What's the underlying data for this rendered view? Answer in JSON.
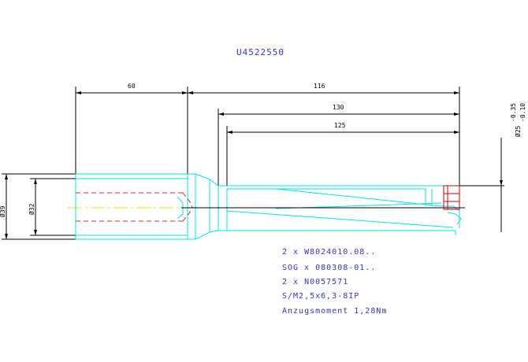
{
  "drawing": {
    "part_number": "U4522550",
    "colors": {
      "outline": "#00e5e5",
      "hidden": "#e02020",
      "centerline": "#e5e500",
      "dimension": "#000000",
      "text": "#3333cc",
      "highlight": "#cc0000"
    },
    "dimensions": {
      "shank_length": "60",
      "overall_length": "116",
      "body_length": "130",
      "flute_length": "125",
      "flange_diameter": "Ø39",
      "shank_diameter": "Ø32",
      "tool_diameter": "Ø25",
      "tolerance_upper": "-0.35",
      "tolerance_lower": "-0.10"
    },
    "notes": [
      "2 x W8024010.08..",
      "SOG x 080308-01..",
      "2 x N0057571",
      "S/M2,5x6,3-8IP",
      "Anzugsmoment 1,28Nm"
    ]
  }
}
